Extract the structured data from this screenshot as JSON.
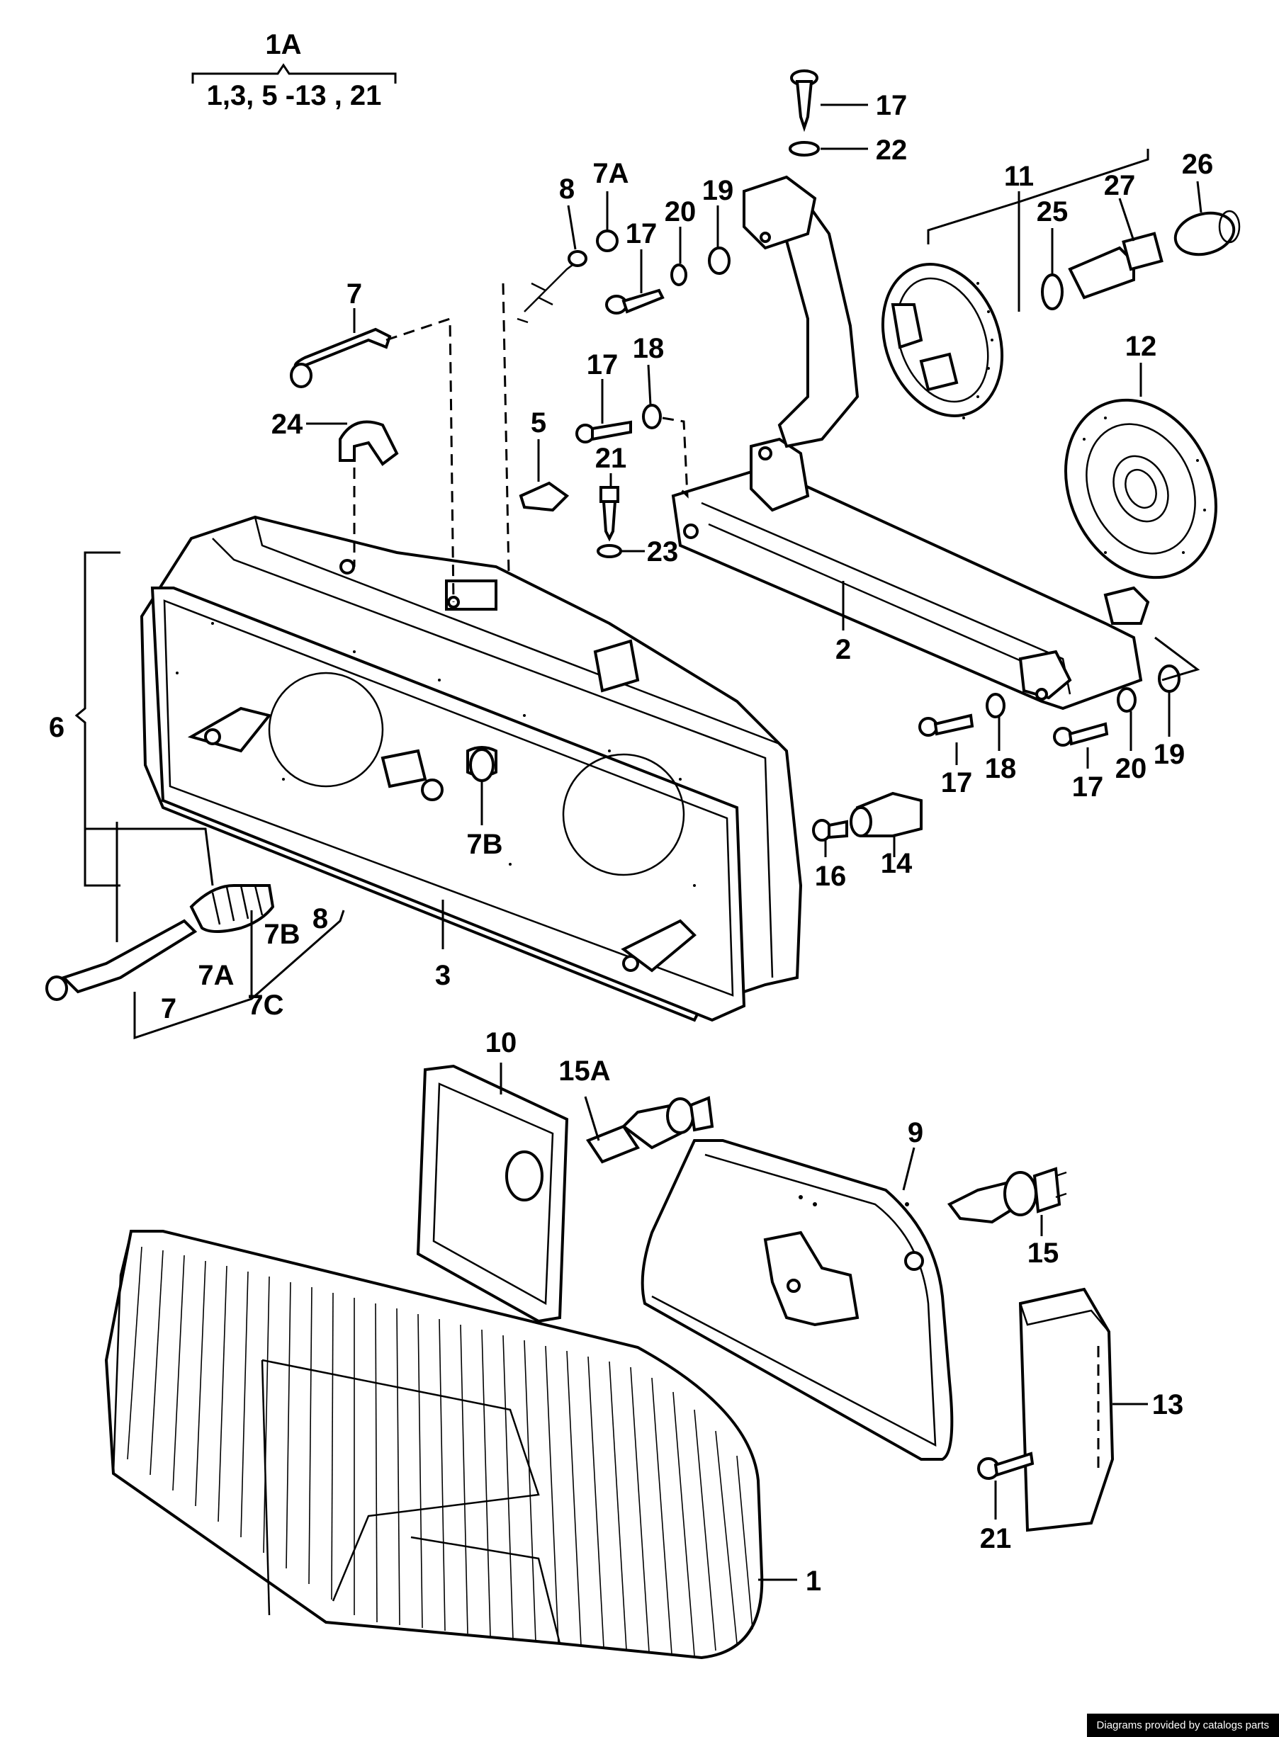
{
  "group_header": {
    "label": "1A",
    "members": "1,3, 5 -13 , 21"
  },
  "callouts": {
    "c17_top": "17",
    "c22": "22",
    "c26": "26",
    "c11": "11",
    "c25": "25",
    "c27": "27",
    "c8_top": "8",
    "c7A_top": "7A",
    "c20_top": "20",
    "c19_top": "19",
    "c17_mid": "17",
    "c7_top": "7",
    "c18_top": "18",
    "c17_mid2": "17",
    "c12": "12",
    "c24": "24",
    "c5": "5",
    "c21_top": "21",
    "c23": "23",
    "c2": "2",
    "c6": "6",
    "c17_r1": "17",
    "c18_r": "18",
    "c17_r2": "17",
    "c20_r": "20",
    "c19_r": "19",
    "c7B_mid": "7B",
    "c16": "16",
    "c14": "14",
    "c8_low": "8",
    "c7B_low": "7B",
    "c7A_low": "7A",
    "c3": "3",
    "c7_low": "7",
    "c7C": "7C",
    "c10": "10",
    "c15A": "15A",
    "c9": "9",
    "c15": "15",
    "c13": "13",
    "c21_low": "21",
    "c1": "1"
  },
  "credit": "Diagrams provided by catalogs parts"
}
